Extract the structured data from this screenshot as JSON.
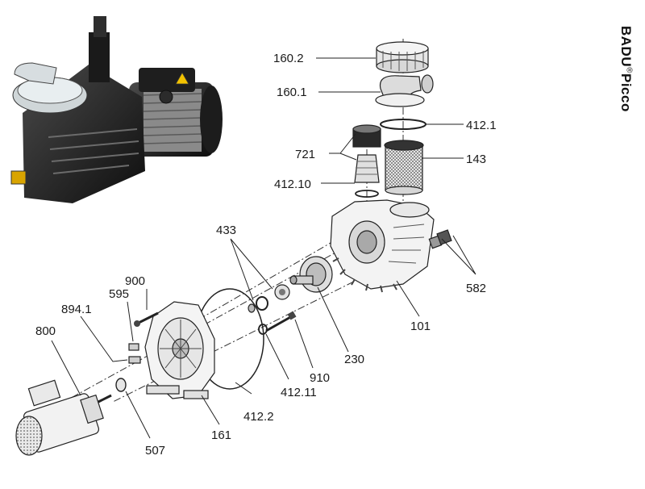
{
  "brand": {
    "name": "BADU",
    "registered_mark": "®",
    "model": "Picco"
  },
  "parts": [
    {
      "id": "p160_2",
      "label": "160.2"
    },
    {
      "id": "p160_1",
      "label": "160.1"
    },
    {
      "id": "p412_1",
      "label": "412.1"
    },
    {
      "id": "p721",
      "label": "721"
    },
    {
      "id": "p143",
      "label": "143"
    },
    {
      "id": "p412_10",
      "label": "412.10"
    },
    {
      "id": "p433",
      "label": "433"
    },
    {
      "id": "p582",
      "label": "582"
    },
    {
      "id": "p900",
      "label": "900"
    },
    {
      "id": "p595",
      "label": "595"
    },
    {
      "id": "p894_1",
      "label": "894.1"
    },
    {
      "id": "p800",
      "label": "800"
    },
    {
      "id": "p101",
      "label": "101"
    },
    {
      "id": "p230",
      "label": "230"
    },
    {
      "id": "p910",
      "label": "910"
    },
    {
      "id": "p412_11",
      "label": "412.11"
    },
    {
      "id": "p412_2",
      "label": "412.2"
    },
    {
      "id": "p161",
      "label": "161"
    },
    {
      "id": "p507",
      "label": "507"
    }
  ]
}
